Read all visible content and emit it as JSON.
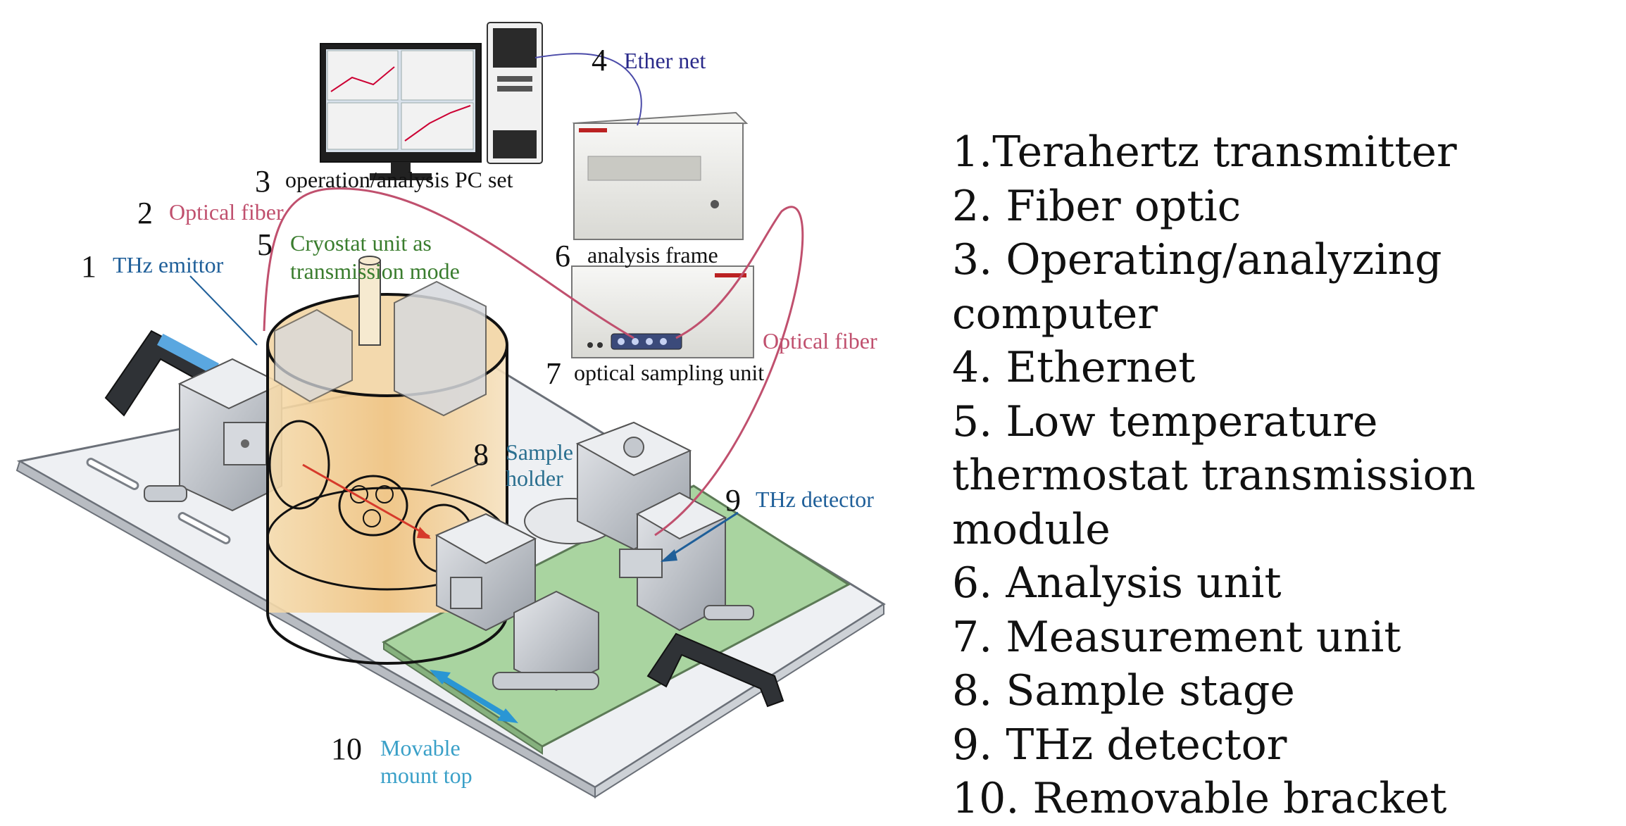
{
  "colors": {
    "emitter_label": "#1f5f99",
    "optical_fiber": "#c0506e",
    "cryostat_label": "#3a7d2e",
    "ethernet_label": "#2a2a8a",
    "sample_holder_label": "#2a6f8f",
    "detector_label": "#1f5f99",
    "movable_mount_label": "#3aa0c8",
    "mount_plate": "#a9d4a0",
    "cryostat_body": "#f2c98c",
    "base_plate": "#eef0f3"
  },
  "callouts": {
    "c1": {
      "number": "1",
      "label": "THz emittor"
    },
    "c2": {
      "number": "2",
      "label": "Optical fiber"
    },
    "c3": {
      "number": "3",
      "label": "operation/analysis PC set"
    },
    "c4": {
      "number": "4",
      "label": "Ether net"
    },
    "c5": {
      "number": "5",
      "label_line1": "Cryostat unit as",
      "label_line2": "transmission mode"
    },
    "c6": {
      "number": "6",
      "label": "analysis frame"
    },
    "c7": {
      "number": "7",
      "label": "optical sampling unit",
      "extra_label": "Optical fiber"
    },
    "c8": {
      "number": "8",
      "label_line1": "Sample",
      "label_line2": "holder"
    },
    "c9": {
      "number": "9",
      "label": "THz detector"
    },
    "c10": {
      "number": "10",
      "label_line1": "Movable",
      "label_line2": "mount top"
    }
  },
  "legend": [
    "1.Terahertz transmitter",
    "2. Fiber optic",
    "3. Operating/analyzing computer",
    "4. Ethernet",
    "5. Low temperature thermostat transmission module",
    "6. Analysis unit",
    "7. Measurement unit",
    "8. Sample stage",
    "9. THz detector",
    "10. Removable bracket"
  ]
}
